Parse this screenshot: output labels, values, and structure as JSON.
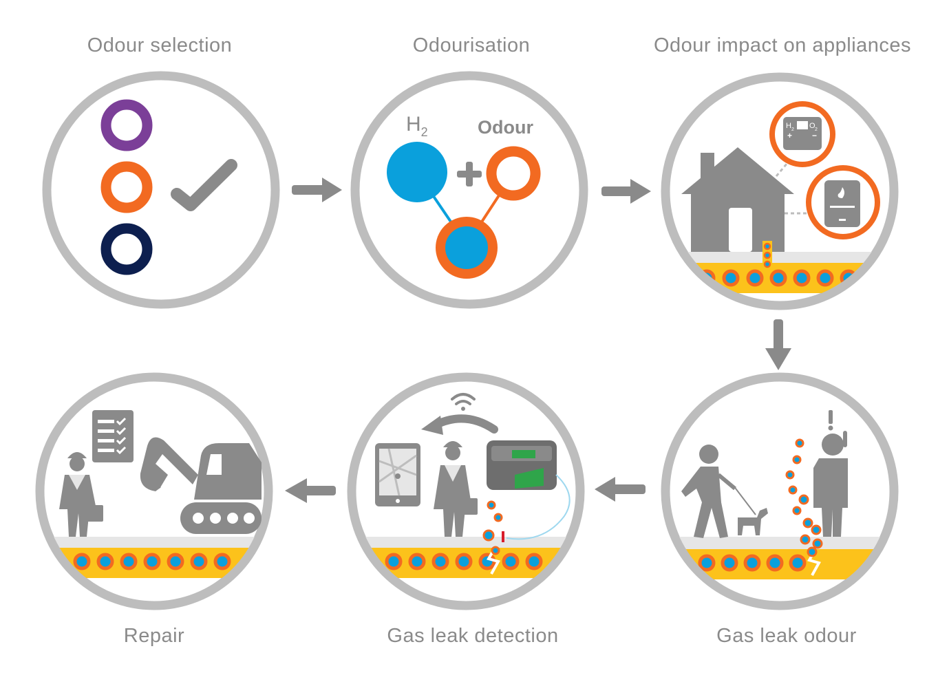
{
  "stages": [
    {
      "title": "Odour selection"
    },
    {
      "title": "Odourisation"
    },
    {
      "title": "Odour impact on appliances"
    },
    {
      "title": "Gas leak odour"
    },
    {
      "title": "Gas leak detection"
    },
    {
      "title": "Repair"
    }
  ],
  "odourisation": {
    "h2_label": "H",
    "h2_sub": "2",
    "odour_label": "Odour"
  },
  "fuel_cell": {
    "h2": "H",
    "h2_sub": "2",
    "o2": "O",
    "o2_sub": "2",
    "plus": "+",
    "minus": "−"
  },
  "colors": {
    "ring": "#bdbdbd",
    "grey": "#8a8a8a",
    "orange": "#f26a21",
    "blue": "#0aa0dc",
    "purple": "#7b3f98",
    "navy": "#0d1f4f",
    "yellow": "#fcc21b",
    "green": "#2fa54a"
  }
}
